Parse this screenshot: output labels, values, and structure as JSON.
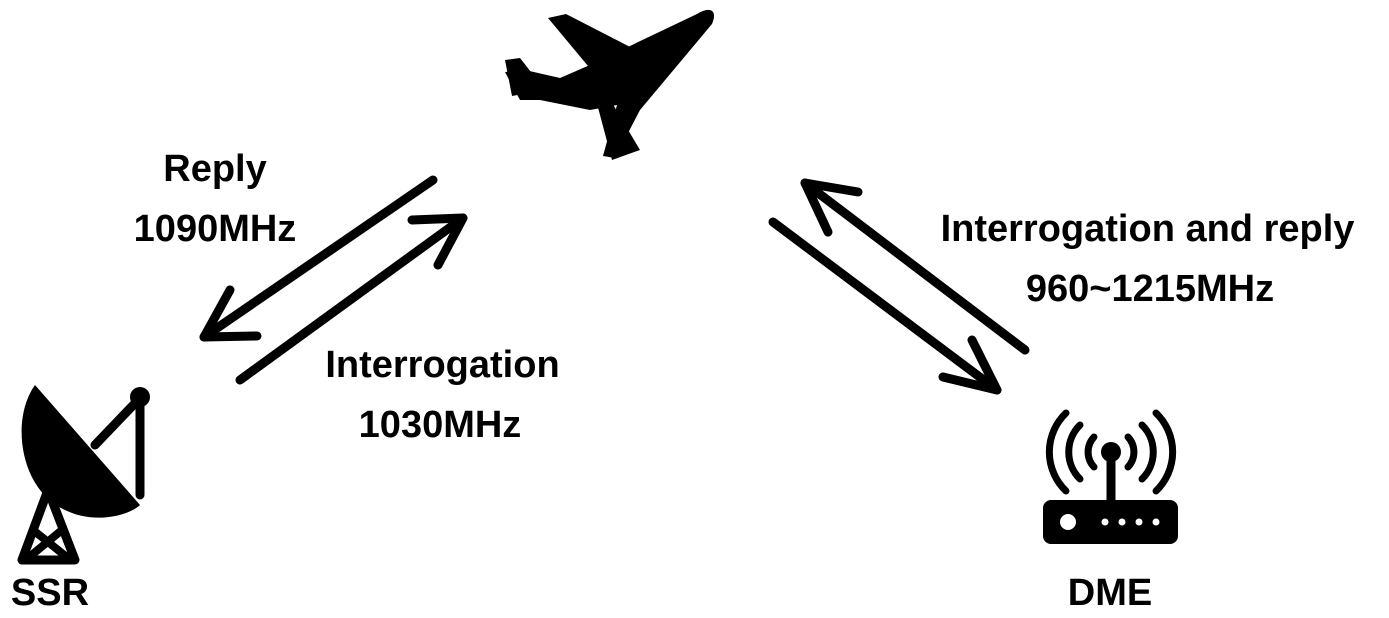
{
  "nodes": {
    "ssr": {
      "label": "SSR",
      "icon": "radar-dish-icon"
    },
    "dme": {
      "label": "DME",
      "icon": "wireless-router-icon"
    },
    "aircraft": {
      "icon": "airplane-icon"
    }
  },
  "links": {
    "ssr_reply": {
      "title": "Reply",
      "freq": "1090MHz"
    },
    "ssr_interrogation": {
      "title": "Interrogation",
      "freq": "1030MHz"
    },
    "dme_link": {
      "title": "Interrogation and reply",
      "freq": "960~1215MHz"
    }
  },
  "colors": {
    "ink": "#000000",
    "background": "#ffffff"
  }
}
